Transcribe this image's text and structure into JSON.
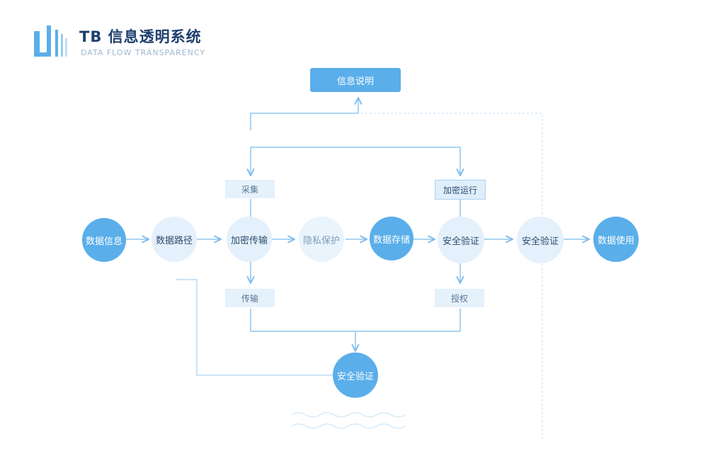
{
  "header": {
    "title": "TB 信息透明系统",
    "subtitle": "DATA FLOW TRANSPARENCY"
  },
  "top_box": {
    "label": "信息说明"
  },
  "boxes": {
    "left_top": "采集",
    "right_top": "加密运行",
    "left_bottom": "传输",
    "right_bottom": "授权"
  },
  "nodes": [
    {
      "label": "数据信息",
      "style": "solid"
    },
    {
      "label": "数据路径",
      "style": "soft"
    },
    {
      "label": "加密传输",
      "style": "soft"
    },
    {
      "label": "隐私保护",
      "style": "soft-dim"
    },
    {
      "label": "数据存储",
      "style": "solid"
    },
    {
      "label": "安全验证",
      "style": "soft"
    },
    {
      "label": "安全验证",
      "style": "soft"
    },
    {
      "label": "数据使用",
      "style": "solid"
    }
  ],
  "bottom_node": {
    "label": "安全验证"
  },
  "colors": {
    "accent": "#5aaeea",
    "light": "#e4f1fc",
    "line": "#8ec5ef",
    "title": "#1d3f6e"
  }
}
